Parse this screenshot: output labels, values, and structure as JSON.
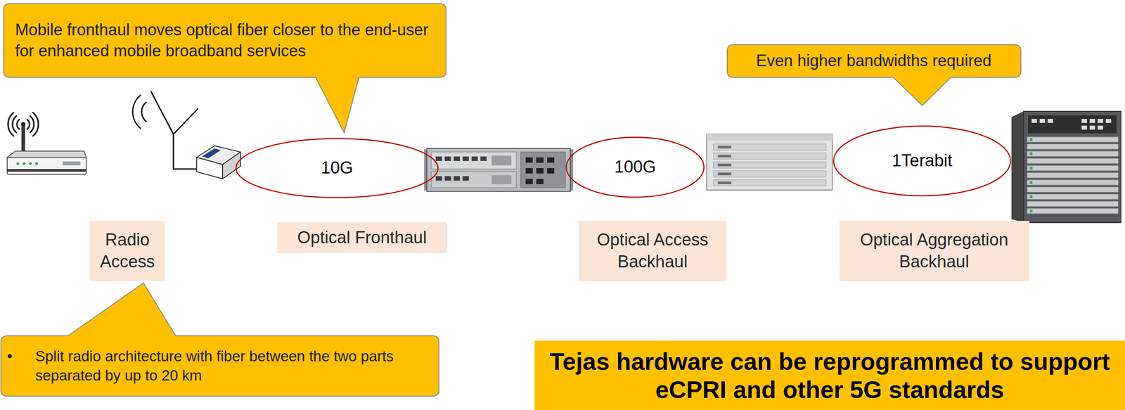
{
  "diagram": {
    "nodes": [
      {
        "text": [
          "Mobile fronthaul moves optical fiber closer to the end-user for enhanced mobile broadband services"
        ]
      },
      {
        "text": [
          "Even higher bandwidths required"
        ]
      },
      {
        "text": [
          "10G"
        ]
      },
      {
        "text": [
          "100G"
        ]
      },
      {
        "text": [
          "1Terabit"
        ]
      },
      {
        "text": [
          "Radio Access"
        ]
      },
      {
        "text": [
          "Optical Fronthaul"
        ]
      },
      {
        "text": [
          "Optical Access Backhaul"
        ]
      },
      {
        "text": [
          "Optical Aggregation Backhaul"
        ]
      },
      {
        "text": [
          "•",
          "Split radio architecture with fiber between the two parts separated by up to 20 km"
        ]
      },
      {
        "text": [
          "Tejas hardware can be reprogrammed to support eCPRI and other 5G standards"
        ]
      }
    ]
  }
}
